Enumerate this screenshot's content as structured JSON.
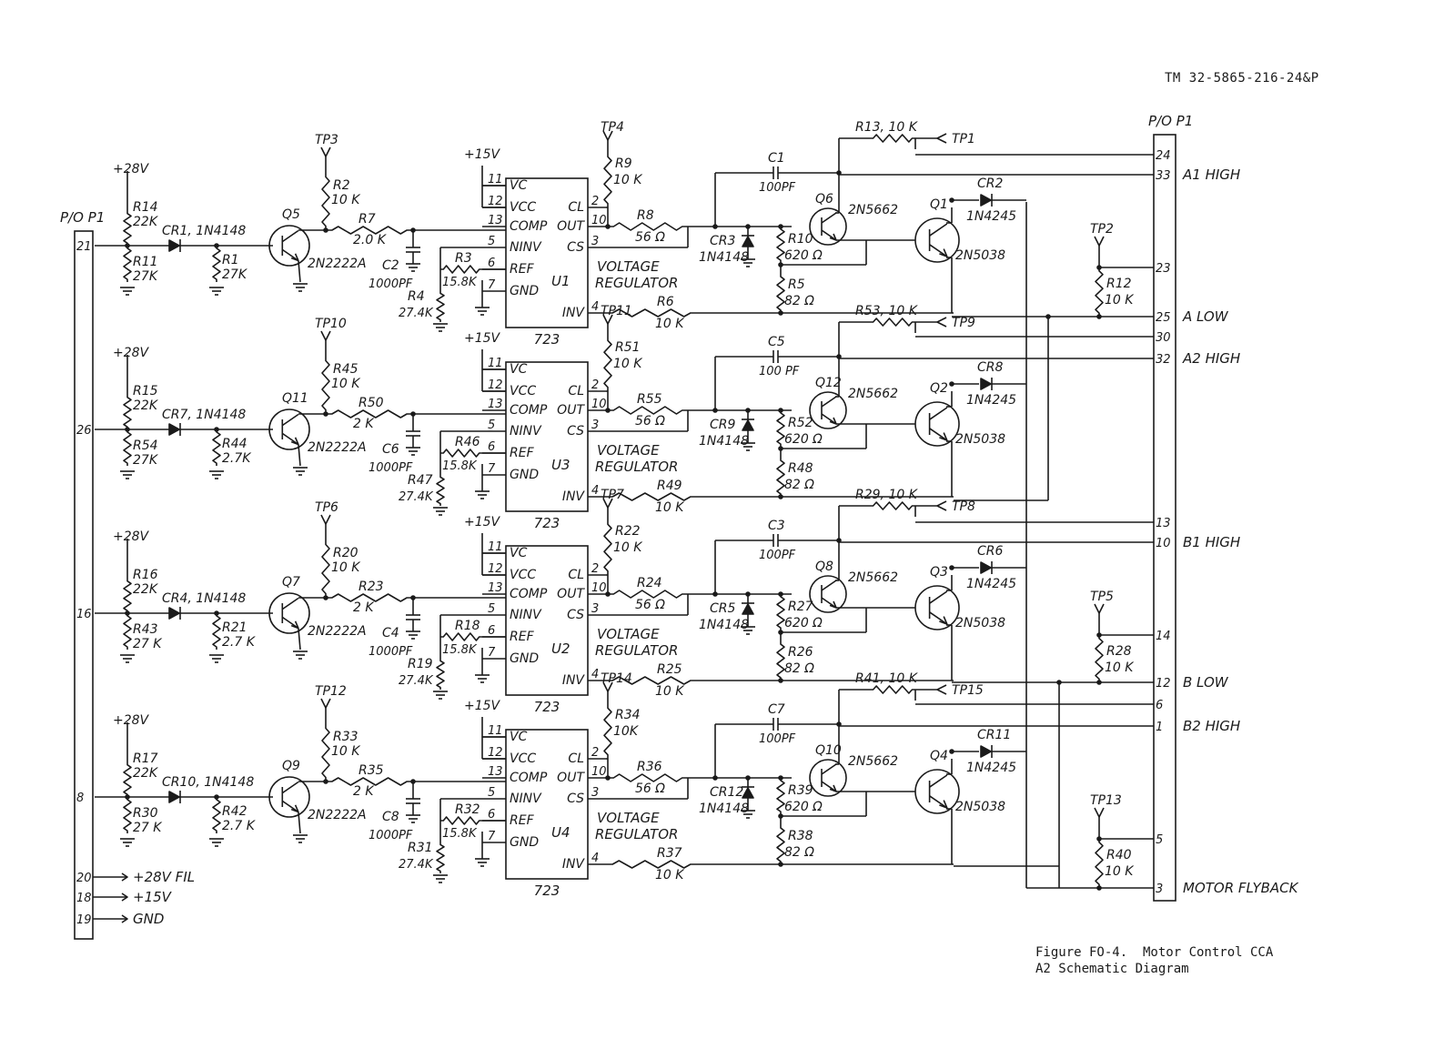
{
  "document_id": "TM 32-5865-216-24&P",
  "caption": {
    "line1": "Figure FO-4.  Motor Control CCA",
    "line2": "A2 Schematic Diagram"
  },
  "connector_left": {
    "label": "P/O P1",
    "pins": [
      {
        "pin": "21"
      },
      {
        "pin": "26"
      },
      {
        "pin": "16"
      },
      {
        "pin": "8"
      },
      {
        "pin": "20",
        "signal": "+28V FIL"
      },
      {
        "pin": "18",
        "signal": "+15V"
      },
      {
        "pin": "19",
        "signal": "GND"
      }
    ]
  },
  "connector_right": {
    "label": "P/O P1",
    "pins": [
      {
        "pin": "24"
      },
      {
        "pin": "33",
        "signal": "A1 HIGH"
      },
      {
        "pin": "23"
      },
      {
        "pin": "25",
        "signal": "A LOW"
      },
      {
        "pin": "30"
      },
      {
        "pin": "32",
        "signal": "A2 HIGH"
      },
      {
        "pin": "13"
      },
      {
        "pin": "10",
        "signal": "B1 HIGH"
      },
      {
        "pin": "14"
      },
      {
        "pin": "12",
        "signal": "B LOW"
      },
      {
        "pin": "6"
      },
      {
        "pin": "1",
        "signal": "B2 HIGH"
      },
      {
        "pin": "5"
      },
      {
        "pin": "3",
        "signal": "MOTOR FLYBACK"
      }
    ]
  },
  "regulator_common": {
    "pin_names": [
      "VC",
      "VCC",
      "COMP",
      "NINV",
      "REF",
      "GND",
      "CL",
      "OUT",
      "CS",
      "INV"
    ],
    "pin_numbers": [
      "11",
      "12",
      "13",
      "5",
      "6",
      "7",
      "2",
      "10",
      "3",
      "4"
    ],
    "part": "723",
    "function_line1": "VOLTAGE",
    "function_line2": "REGULATOR",
    "supply": "+15V",
    "supply_in": "+28V"
  },
  "stages": [
    {
      "pin": "21",
      "R_pullup": {
        "ref": "R14",
        "val": "22K"
      },
      "R_pulldown": {
        "ref": "R11",
        "val": "27K"
      },
      "CR_in": {
        "ref": "CR1",
        "part": "1N4148"
      },
      "R_base": {
        "ref": "R1",
        "val": "27K"
      },
      "Q_in": {
        "ref": "Q5",
        "part": "2N2222A"
      },
      "TP_in": "TP3",
      "R_col": {
        "ref": "R2",
        "val": "10 K"
      },
      "R_series": {
        "ref": "R7",
        "val": "2.0 K"
      },
      "C_comp": {
        "ref": "C2",
        "val": "1000PF"
      },
      "R_ref": {
        "ref": "R3",
        "val": "15.8K"
      },
      "R_gnd": {
        "ref": "R4",
        "val": "27.4K"
      },
      "U": "U1",
      "TP_out": "TP4",
      "R_cl": {
        "ref": "R9",
        "val": "10 K"
      },
      "R_out": {
        "ref": "R8",
        "val": "56 Ω"
      },
      "CR_clamp": {
        "ref": "CR3",
        "part": "1N4148"
      },
      "R_inv": {
        "ref": "R6",
        "val": "10 K"
      },
      "C_fb": {
        "ref": "C1",
        "val": "100PF"
      },
      "R_b1": {
        "ref": "R10",
        "val": "620 Ω"
      },
      "R_b2": {
        "ref": "R5",
        "val": "82 Ω"
      },
      "Q_drv": {
        "ref": "Q6",
        "part": "2N5662"
      },
      "Q_out": {
        "ref": "Q1",
        "part": "2N5038"
      },
      "CR_out": {
        "ref": "CR2",
        "part": "1N4245"
      },
      "R_tp": {
        "ref": "R13",
        "val": "10 K"
      },
      "TP_fb": "TP1"
    },
    {
      "pin": "26",
      "R_pullup": {
        "ref": "R15",
        "val": "22K"
      },
      "R_pulldown": {
        "ref": "R54",
        "val": "27K"
      },
      "CR_in": {
        "ref": "CR7",
        "part": "1N4148"
      },
      "R_base": {
        "ref": "R44",
        "val": "2.7K"
      },
      "Q_in": {
        "ref": "Q11",
        "part": "2N2222A"
      },
      "TP_in": "TP10",
      "R_col": {
        "ref": "R45",
        "val": "10 K"
      },
      "R_series": {
        "ref": "R50",
        "val": "2 K"
      },
      "C_comp": {
        "ref": "C6",
        "val": "1000PF"
      },
      "R_ref": {
        "ref": "R46",
        "val": "15.8K"
      },
      "R_gnd": {
        "ref": "R47",
        "val": "27.4K"
      },
      "U": "U3",
      "TP_out": "TP11",
      "R_cl": {
        "ref": "R51",
        "val": "10 K"
      },
      "R_out": {
        "ref": "R55",
        "val": "56 Ω"
      },
      "CR_clamp": {
        "ref": "CR9",
        "part": "1N4148"
      },
      "R_inv": {
        "ref": "R49",
        "val": "10 K"
      },
      "C_fb": {
        "ref": "C5",
        "val": "100 PF"
      },
      "R_b1": {
        "ref": "R52",
        "val": "620 Ω"
      },
      "R_b2": {
        "ref": "R48",
        "val": "82 Ω"
      },
      "Q_drv": {
        "ref": "Q12",
        "part": "2N5662"
      },
      "Q_out": {
        "ref": "Q2",
        "part": "2N5038"
      },
      "CR_out": {
        "ref": "CR8",
        "part": "1N4245"
      },
      "R_tp": {
        "ref": "R53",
        "val": "10 K"
      },
      "TP_fb": "TP9"
    },
    {
      "pin": "16",
      "R_pullup": {
        "ref": "R16",
        "val": "22K"
      },
      "R_pulldown": {
        "ref": "R43",
        "val": "27 K"
      },
      "CR_in": {
        "ref": "CR4",
        "part": "1N4148"
      },
      "R_base": {
        "ref": "R21",
        "val": "2.7 K"
      },
      "Q_in": {
        "ref": "Q7",
        "part": "2N2222A"
      },
      "TP_in": "TP6",
      "R_col": {
        "ref": "R20",
        "val": "10 K"
      },
      "R_series": {
        "ref": "R23",
        "val": "2 K"
      },
      "C_comp": {
        "ref": "C4",
        "val": "1000PF"
      },
      "R_ref": {
        "ref": "R18",
        "val": "15.8K"
      },
      "R_gnd": {
        "ref": "R19",
        "val": "27.4K"
      },
      "U": "U2",
      "TP_out": "TP7",
      "R_cl": {
        "ref": "R22",
        "val": "10 K"
      },
      "R_out": {
        "ref": "R24",
        "val": "56 Ω"
      },
      "CR_clamp": {
        "ref": "CR5",
        "part": "1N4148"
      },
      "R_inv": {
        "ref": "R25",
        "val": "10 K"
      },
      "C_fb": {
        "ref": "C3",
        "val": "100PF"
      },
      "R_b1": {
        "ref": "R27",
        "val": "620 Ω"
      },
      "R_b2": {
        "ref": "R26",
        "val": "82 Ω"
      },
      "Q_drv": {
        "ref": "Q8",
        "part": "2N5662"
      },
      "Q_out": {
        "ref": "Q3",
        "part": "2N5038"
      },
      "CR_out": {
        "ref": "CR6",
        "part": "1N4245"
      },
      "R_tp": {
        "ref": "R29",
        "val": "10 K"
      },
      "TP_fb": "TP8"
    },
    {
      "pin": "8",
      "R_pullup": {
        "ref": "R17",
        "val": "22K"
      },
      "R_pulldown": {
        "ref": "R30",
        "val": "27 K"
      },
      "CR_in": {
        "ref": "CR10",
        "part": "1N4148"
      },
      "R_base": {
        "ref": "R42",
        "val": "2.7 K"
      },
      "Q_in": {
        "ref": "Q9",
        "part": "2N2222A"
      },
      "TP_in": "TP12",
      "R_col": {
        "ref": "R33",
        "val": "10 K"
      },
      "R_series": {
        "ref": "R35",
        "val": "2 K"
      },
      "C_comp": {
        "ref": "C8",
        "val": "1000PF"
      },
      "R_ref": {
        "ref": "R32",
        "val": "15.8K"
      },
      "R_gnd": {
        "ref": "R31",
        "val": "27.4K"
      },
      "U": "U4",
      "TP_out": "TP14",
      "R_cl": {
        "ref": "R34",
        "val": "10K"
      },
      "R_out": {
        "ref": "R36",
        "val": "56 Ω"
      },
      "CR_clamp": {
        "ref": "CR12",
        "part": "1N4148"
      },
      "R_inv": {
        "ref": "R37",
        "val": "10 K"
      },
      "C_fb": {
        "ref": "C7",
        "val": "100PF"
      },
      "R_b1": {
        "ref": "R39",
        "val": "620 Ω"
      },
      "R_b2": {
        "ref": "R38",
        "val": "82 Ω"
      },
      "Q_drv": {
        "ref": "Q10",
        "part": "2N5662"
      },
      "Q_out": {
        "ref": "Q4",
        "part": "2N5038"
      },
      "CR_out": {
        "ref": "CR11",
        "part": "1N4245"
      },
      "R_tp": {
        "ref": "R41",
        "val": "10 K"
      },
      "TP_fb": "TP15"
    }
  ],
  "right_resistors": [
    {
      "ref": "R12",
      "val": "10 K",
      "tp": "TP2"
    },
    {
      "ref": "R28",
      "val": "10 K",
      "tp": "TP5"
    },
    {
      "ref": "R40",
      "val": "10 K",
      "tp": "TP13"
    }
  ]
}
